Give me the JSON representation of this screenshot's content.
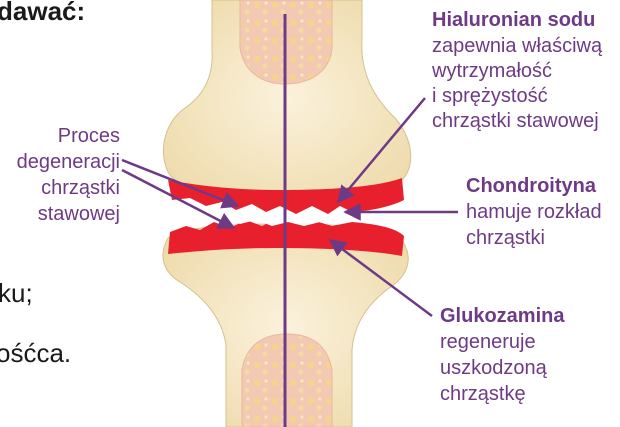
{
  "body_text": {
    "line1": "dawać:",
    "line2": "ku;",
    "line3": "ośćca."
  },
  "labels": {
    "degeneration": [
      "Proces",
      "degeneracji",
      "chrząstki",
      "stawowej"
    ],
    "hyaluronan": {
      "title": "Hialuronian sodu",
      "lines": [
        "zapewnia właściwą",
        "wytrzymałość",
        "i sprężystość",
        "chrząstki stawowej"
      ]
    },
    "chondroitin": {
      "title": "Chondroityna",
      "lines": [
        "hamuje rozkład",
        "chrząstki"
      ]
    },
    "glucosamine": {
      "title": "Glukozamina",
      "lines": [
        "regeneruje",
        "uszkodzoną",
        "chrząstkę"
      ]
    }
  },
  "colors": {
    "label_purple": "#6e3a86",
    "cartilage_red": "#e8202e",
    "bone_fill": "#f6e8c6",
    "marrow_fill": "#f3c8b4",
    "body_text": "#1a1a1a"
  }
}
